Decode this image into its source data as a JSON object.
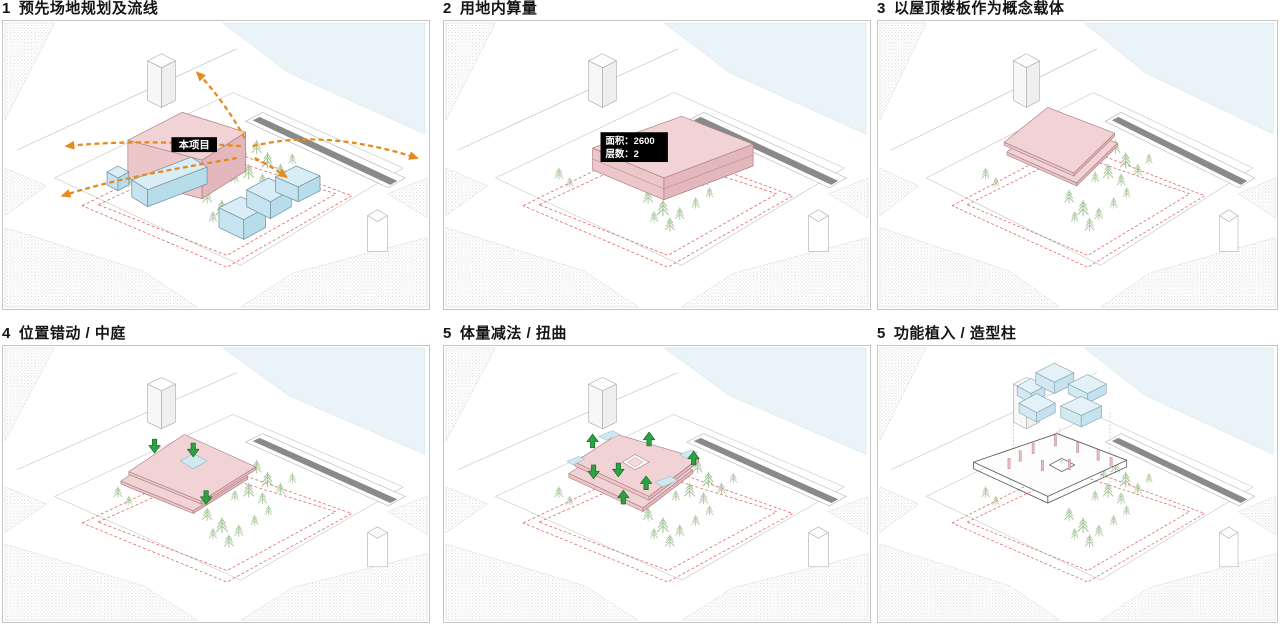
{
  "figure": {
    "panels": [
      {
        "number": "1",
        "title": "预先场地规划及流线"
      },
      {
        "number": "2",
        "title": "用地内算量",
        "info_box": {
          "line1": "面积：2600",
          "line2": "层数：2"
        }
      },
      {
        "number": "3",
        "title": "以屋顶楼板作为概念载体"
      },
      {
        "number": "4",
        "title": "位置错动 / 中庭"
      },
      {
        "number": "5",
        "title": "体量减法 / 扭曲"
      },
      {
        "number": "5",
        "title": "功能植入 / 造型柱"
      }
    ],
    "labels": {
      "project": "本项目"
    },
    "colors": {
      "mass_pink": "#f2d3d5",
      "context_blue": "#d8edf5",
      "tree_green": "#a9c79d",
      "flow_orange": "#e8891d",
      "boundary_red": "#e06565",
      "arrow_green": "#2fa044",
      "water_blue": "#eaf3f8"
    }
  }
}
